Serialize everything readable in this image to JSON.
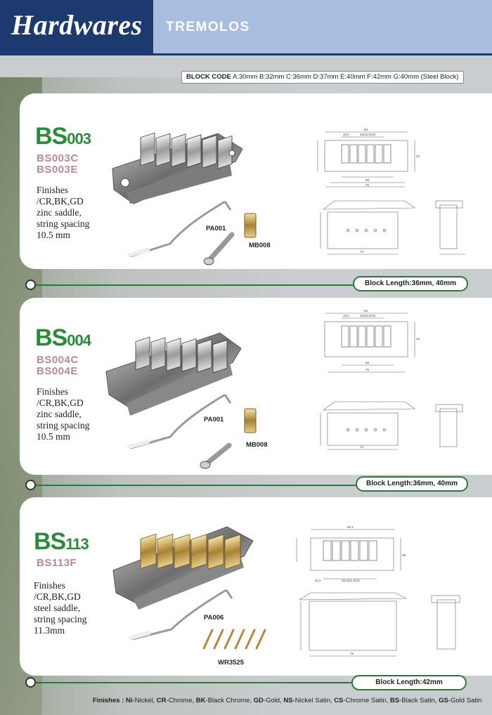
{
  "header": {
    "title": "Hardwares",
    "subtitle": "TREMOLOS"
  },
  "block_code": {
    "label": "BLOCK CODE",
    "text": "A:30mm B:32mm C:36mm D:37mm E:40mm F:42mm G:40mm (Steel Block)"
  },
  "products": [
    {
      "model": "BS",
      "model_num": "003",
      "variants": [
        "BS003C",
        "BS003E"
      ],
      "finish_lines": [
        "Finishes",
        "/CR,BK,GD",
        "zinc saddle,",
        "string spacing",
        "10.5  mm"
      ],
      "part_labels": [
        "PA001",
        "MB008"
      ],
      "block_length": "Block Length:36mm, 40mm"
    },
    {
      "model": "BS",
      "model_num": "004",
      "variants": [
        "BS004C",
        "BS004E"
      ],
      "finish_lines": [
        "Finishes",
        "/CR,BK,GD",
        "zinc saddle,",
        "string spacing",
        "10.5  mm"
      ],
      "part_labels": [
        "PA001",
        "MB008"
      ],
      "block_length": "Block Length:36mm, 40mm"
    },
    {
      "model": "BS",
      "model_num": "113",
      "variants": [
        "BS113F"
      ],
      "finish_lines": [
        "Finishes",
        "/CR,BK,GD",
        "steel saddle,",
        "string spacing",
        "11.3mm"
      ],
      "part_labels": [
        "PA006",
        "WR3525"
      ],
      "block_length": "Block  Length:42mm"
    }
  ],
  "dims": {
    "d1": {
      "w": "84",
      "sp": "10.5",
      "sp2": "42(10.5X4)",
      "b1": "56",
      "b2": "76",
      "b3": "74",
      "h": "42"
    },
    "d3": {
      "w": "82.4",
      "sp": "11.3",
      "sp2": "45.2(11.3X4)",
      "b3": "76",
      "h": "38"
    }
  },
  "finishes_legend": {
    "label": "Finishes :",
    "items": [
      {
        "code": "Ni",
        "desc": "-Nickel, "
      },
      {
        "code": "CR",
        "desc": "-Chrome, "
      },
      {
        "code": "BK",
        "desc": "-Black Chrome, "
      },
      {
        "code": "GD",
        "desc": "-Gold, "
      },
      {
        "code": "NS",
        "desc": "-Nickel Satin, "
      },
      {
        "code": "CS",
        "desc": "-Chrome Satin, "
      },
      {
        "code": "BS",
        "desc": "-Black Satin, "
      },
      {
        "code": "GS",
        "desc": "-Gold Satin"
      }
    ]
  },
  "colors": {
    "navy": "#1d3a6e",
    "green": "#2b8b3a",
    "variant": "#b88a93"
  }
}
